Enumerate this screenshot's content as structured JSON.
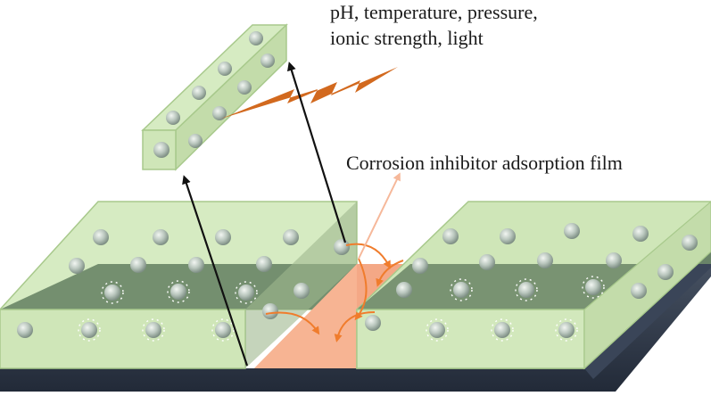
{
  "labels": {
    "stimuli_line1": "pH, temperature, pressure,",
    "stimuli_line2": "ionic strength, light",
    "film": "Corrosion inhibitor adsorption film"
  },
  "colors": {
    "coating_fill": "#cfe6b8",
    "coating_edge": "#a8c98c",
    "inner_fill": "#6f8a6a",
    "substrate": "#2f3a4e",
    "defect": "#f4a886",
    "lightning": "#d2691e",
    "arrow_orange": "#f07c2c",
    "arrow_black": "#111111"
  }
}
